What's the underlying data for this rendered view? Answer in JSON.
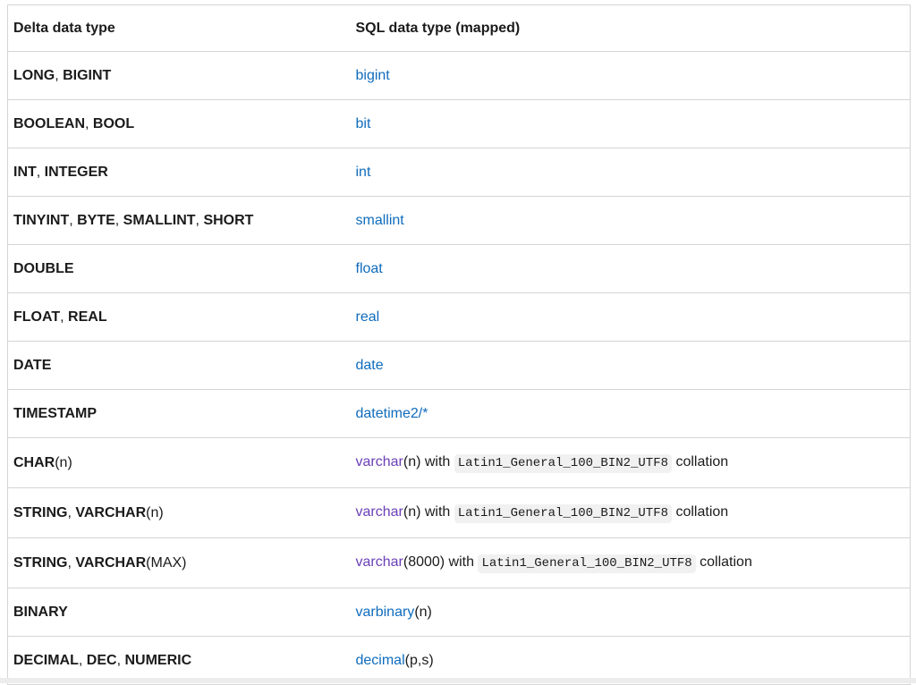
{
  "colors": {
    "page_bg": "#ffffff",
    "text": "#1b1b1b",
    "border": "#d5d5d5",
    "link": "#0f6cbd",
    "visited_link": "#6b40b8",
    "code_bg": "#f1f1f1",
    "bottom_strip": "#ececec"
  },
  "table": {
    "headers": [
      "Delta data type",
      "SQL data type (mapped)"
    ],
    "rows": [
      {
        "delta": [
          {
            "text": "LONG",
            "bold": true
          },
          {
            "text": ", ",
            "bold": false
          },
          {
            "text": "BIGINT",
            "bold": true
          }
        ],
        "sql": [
          {
            "text": "bigint",
            "kind": "link"
          }
        ]
      },
      {
        "delta": [
          {
            "text": "BOOLEAN",
            "bold": true
          },
          {
            "text": ", ",
            "bold": false
          },
          {
            "text": "BOOL",
            "bold": true
          }
        ],
        "sql": [
          {
            "text": "bit",
            "kind": "link"
          }
        ]
      },
      {
        "delta": [
          {
            "text": "INT",
            "bold": true
          },
          {
            "text": ", ",
            "bold": false
          },
          {
            "text": "INTEGER",
            "bold": true
          }
        ],
        "sql": [
          {
            "text": "int",
            "kind": "link"
          }
        ]
      },
      {
        "delta": [
          {
            "text": "TINYINT",
            "bold": true
          },
          {
            "text": ", ",
            "bold": false
          },
          {
            "text": "BYTE",
            "bold": true
          },
          {
            "text": ", ",
            "bold": false
          },
          {
            "text": "SMALLINT",
            "bold": true
          },
          {
            "text": ", ",
            "bold": false
          },
          {
            "text": "SHORT",
            "bold": true
          }
        ],
        "sql": [
          {
            "text": "smallint",
            "kind": "link"
          }
        ]
      },
      {
        "delta": [
          {
            "text": "DOUBLE",
            "bold": true
          }
        ],
        "sql": [
          {
            "text": "float",
            "kind": "link"
          }
        ]
      },
      {
        "delta": [
          {
            "text": "FLOAT",
            "bold": true
          },
          {
            "text": ", ",
            "bold": false
          },
          {
            "text": "REAL",
            "bold": true
          }
        ],
        "sql": [
          {
            "text": "real",
            "kind": "link"
          }
        ]
      },
      {
        "delta": [
          {
            "text": "DATE",
            "bold": true
          }
        ],
        "sql": [
          {
            "text": "date",
            "kind": "link"
          }
        ]
      },
      {
        "delta": [
          {
            "text": "TIMESTAMP",
            "bold": true
          }
        ],
        "sql": [
          {
            "text": "datetime2/*",
            "kind": "link"
          }
        ]
      },
      {
        "delta": [
          {
            "text": "CHAR",
            "bold": true
          },
          {
            "text": "(n)",
            "bold": false
          }
        ],
        "sql": [
          {
            "text": "varchar",
            "kind": "visited"
          },
          {
            "text": "(n) with ",
            "kind": "text"
          },
          {
            "text": "Latin1_General_100_BIN2_UTF8",
            "kind": "code"
          },
          {
            "text": " collation",
            "kind": "text"
          }
        ]
      },
      {
        "delta": [
          {
            "text": "STRING",
            "bold": true
          },
          {
            "text": ", ",
            "bold": false
          },
          {
            "text": "VARCHAR",
            "bold": true
          },
          {
            "text": "(n)",
            "bold": false
          }
        ],
        "sql": [
          {
            "text": "varchar",
            "kind": "visited"
          },
          {
            "text": "(n) with ",
            "kind": "text"
          },
          {
            "text": "Latin1_General_100_BIN2_UTF8",
            "kind": "code"
          },
          {
            "text": " collation",
            "kind": "text"
          }
        ]
      },
      {
        "delta": [
          {
            "text": "STRING",
            "bold": true
          },
          {
            "text": ", ",
            "bold": false
          },
          {
            "text": "VARCHAR",
            "bold": true
          },
          {
            "text": "(MAX)",
            "bold": false
          }
        ],
        "sql": [
          {
            "text": "varchar",
            "kind": "visited"
          },
          {
            "text": "(8000) with ",
            "kind": "text"
          },
          {
            "text": "Latin1_General_100_BIN2_UTF8",
            "kind": "code"
          },
          {
            "text": " collation",
            "kind": "text"
          }
        ]
      },
      {
        "delta": [
          {
            "text": "BINARY",
            "bold": true
          }
        ],
        "sql": [
          {
            "text": "varbinary",
            "kind": "link"
          },
          {
            "text": "(n)",
            "kind": "text"
          }
        ]
      },
      {
        "delta": [
          {
            "text": "DECIMAL",
            "bold": true
          },
          {
            "text": ", ",
            "bold": false
          },
          {
            "text": "DEC",
            "bold": true
          },
          {
            "text": ", ",
            "bold": false
          },
          {
            "text": "NUMERIC",
            "bold": true
          }
        ],
        "sql": [
          {
            "text": "decimal",
            "kind": "link"
          },
          {
            "text": "(p,s)",
            "kind": "text"
          }
        ]
      }
    ]
  }
}
